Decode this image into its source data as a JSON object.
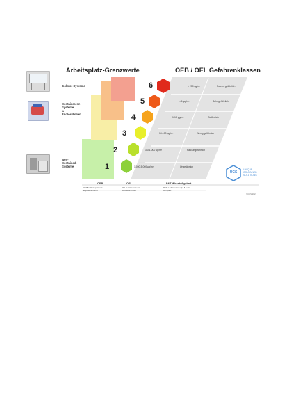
{
  "title_left": "Arbeitsplatz-Grenzwerte",
  "title_right": "OEB / OEL Gefahrenklassen",
  "systems": [
    {
      "label": "Isolator-Systeme"
    },
    {
      "label": "Containment-\nSysteme\n&\nEndlos-Folien"
    },
    {
      "label": "Non-\nContained-\nSysteme"
    }
  ],
  "levels": [
    {
      "num": "1",
      "oel": "1.000-5.000 µg/m³",
      "class": "Ungefährlich",
      "color": "#8dd13b"
    },
    {
      "num": "2",
      "oel": "100-1.000 µg/m³",
      "class": "Fast ungefährlich",
      "color": "#b9e02c"
    },
    {
      "num": "3",
      "oel": "10-100 µg/m³",
      "class": "Wenig gefährlich",
      "color": "#e8ef2a"
    },
    {
      "num": "4",
      "oel": "1-10 µg/m³",
      "class": "Gefährlich",
      "color": "#f6a31c"
    },
    {
      "num": "5",
      "oel": "< 1 µg/m³",
      "class": "Sehr gefährlich",
      "color": "#ee5a1a"
    },
    {
      "num": "6",
      "oel": "< 200 ng/m³",
      "class": "Potenn gefährlich",
      "color": "#e02a1c"
    }
  ],
  "footer_headers": {
    "oeb": "OEB",
    "oel": "OEL",
    "pt": "P&T Wirkstoffgehalt"
  },
  "footer_defs": {
    "oeb": "OEB = Occupational\nExposure Band",
    "oel": "OEL = Occupational\nExposure Limit",
    "pt": "P&T = pharmacologic & toxic\ncompact"
  },
  "logo": {
    "mark": "UCS",
    "text": "UNIQUE\nCONTAINED\nSOLUTIONS"
  },
  "copyright": "©UCS 2021",
  "colors": {
    "green": "#7ed143",
    "yellow": "#f3df5c",
    "orange": "#f5a043",
    "red": "#e8604e",
    "logo": "#4b8fd6"
  }
}
